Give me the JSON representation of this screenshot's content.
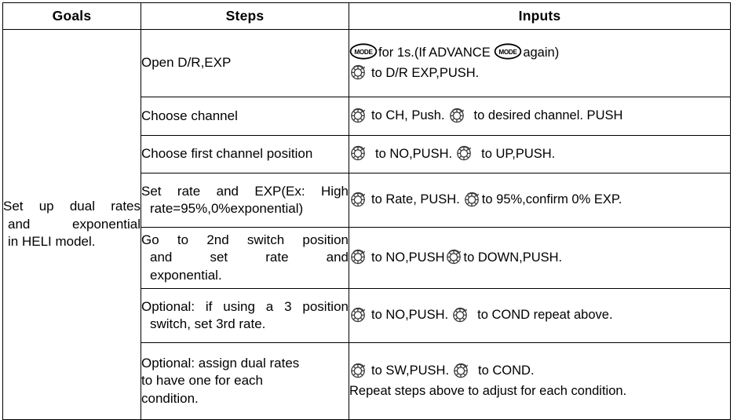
{
  "document": {
    "type": "instruction-table",
    "background_color": "#ffffff",
    "text_color": "#000000",
    "border_color": "#000000"
  },
  "table": {
    "headers": {
      "goals": "Goals",
      "steps": "Steps",
      "inputs": "Inputs"
    },
    "goal": {
      "line1": "Set up dual rates",
      "line2": "and exponential",
      "line3": "in HELI model.",
      "full_text": "Set up dual rates and exponential in HELI model."
    },
    "rows": [
      {
        "step": {
          "full_text": "Open D/R,EXP",
          "line1": "Open D/R,EXP"
        },
        "input": {
          "full_text": "MODE for 1s.(If ADVANCE MODE again) DIAL to D/R EXP,PUSH.",
          "line1": {
            "icon1": "mode-button-icon",
            "text1": "for 1s.(If ADVANCE ",
            "icon2": "mode-button-icon",
            "text2": "again)"
          },
          "line2": {
            "icon1": "rotary-knob-icon",
            "text1": "to D/R EXP,PUSH."
          }
        }
      },
      {
        "step": {
          "full_text": "Choose channel",
          "line1": "Choose channel"
        },
        "input": {
          "full_text": "DIAL to CH, Push. DIAL to desired channel. PUSH",
          "line1": {
            "icon1": "rotary-knob-icon",
            "text1": "to CH, Push.",
            "icon2": "rotary-knob-icon",
            "text2": "to desired channel. PUSH"
          }
        }
      },
      {
        "step": {
          "full_text": "Choose first channel position",
          "line1": "Choose first channel position"
        },
        "input": {
          "full_text": "DIAL to NO,PUSH. DIAL to UP,PUSH.",
          "line1": {
            "icon1": "rotary-knob-icon",
            "text1": "to NO,PUSH.",
            "icon2": "rotary-knob-icon",
            "text2": "to UP,PUSH."
          }
        }
      },
      {
        "step": {
          "full_text": "Set rate and EXP(Ex: High rate=95%,0%exponential)",
          "line1": "Set rate and EXP(Ex: High",
          "line2": "rate=95%,0%exponential)"
        },
        "input": {
          "full_text": "DIAL to Rate, PUSH. DIAL to 95%,confirm 0% EXP.",
          "line1": {
            "icon1": "rotary-knob-icon",
            "text1": "to Rate, PUSH.",
            "icon2": "rotary-knob-icon",
            "text2": "to 95%,confirm 0% EXP."
          }
        }
      },
      {
        "step": {
          "full_text": "Go to 2nd switch position and set rate and exponential.",
          "line1": "Go to 2nd switch position",
          "line2": "and set rate and",
          "line3": "exponential."
        },
        "input": {
          "full_text": "DIAL to NO,PUSH DIAL to DOWN,PUSH.",
          "line1": {
            "icon1": "rotary-knob-icon",
            "text1": "to NO,PUSH",
            "icon2": "rotary-knob-icon",
            "text2": "to DOWN,PUSH."
          }
        }
      },
      {
        "step": {
          "full_text": "Optional: if using a 3 position switch, set 3rd rate.",
          "line1": "Optional: if using a 3 position",
          "line2": "switch, set 3rd rate."
        },
        "input": {
          "full_text": "DIAL to NO,PUSH. DIAL to COND repeat above.",
          "line1": {
            "icon1": "rotary-knob-icon",
            "text1": "to NO,PUSH.",
            "icon2": "rotary-knob-icon",
            "text2": "to COND repeat above."
          }
        }
      },
      {
        "step": {
          "full_text": "Optional: assign dual rates to have one for each condition.",
          "line1": "Optional: assign dual rates",
          "line2": "to have one for each",
          "line3": "condition."
        },
        "input": {
          "full_text": "DIAL to SW,PUSH. DIAL to COND. Repeat steps above to adjust for each condition.",
          "line1": {
            "icon1": "rotary-knob-icon",
            "text1": "to SW,PUSH.",
            "icon2": "rotary-knob-icon",
            "text2": "to COND."
          },
          "line2": {
            "text1": "Repeat steps above to adjust for each condition."
          }
        }
      }
    ]
  },
  "icons": {
    "mode_button_label": "MODE",
    "rotary_knob_name": "rotary-knob-icon",
    "mode_button_name": "mode-button-icon"
  }
}
